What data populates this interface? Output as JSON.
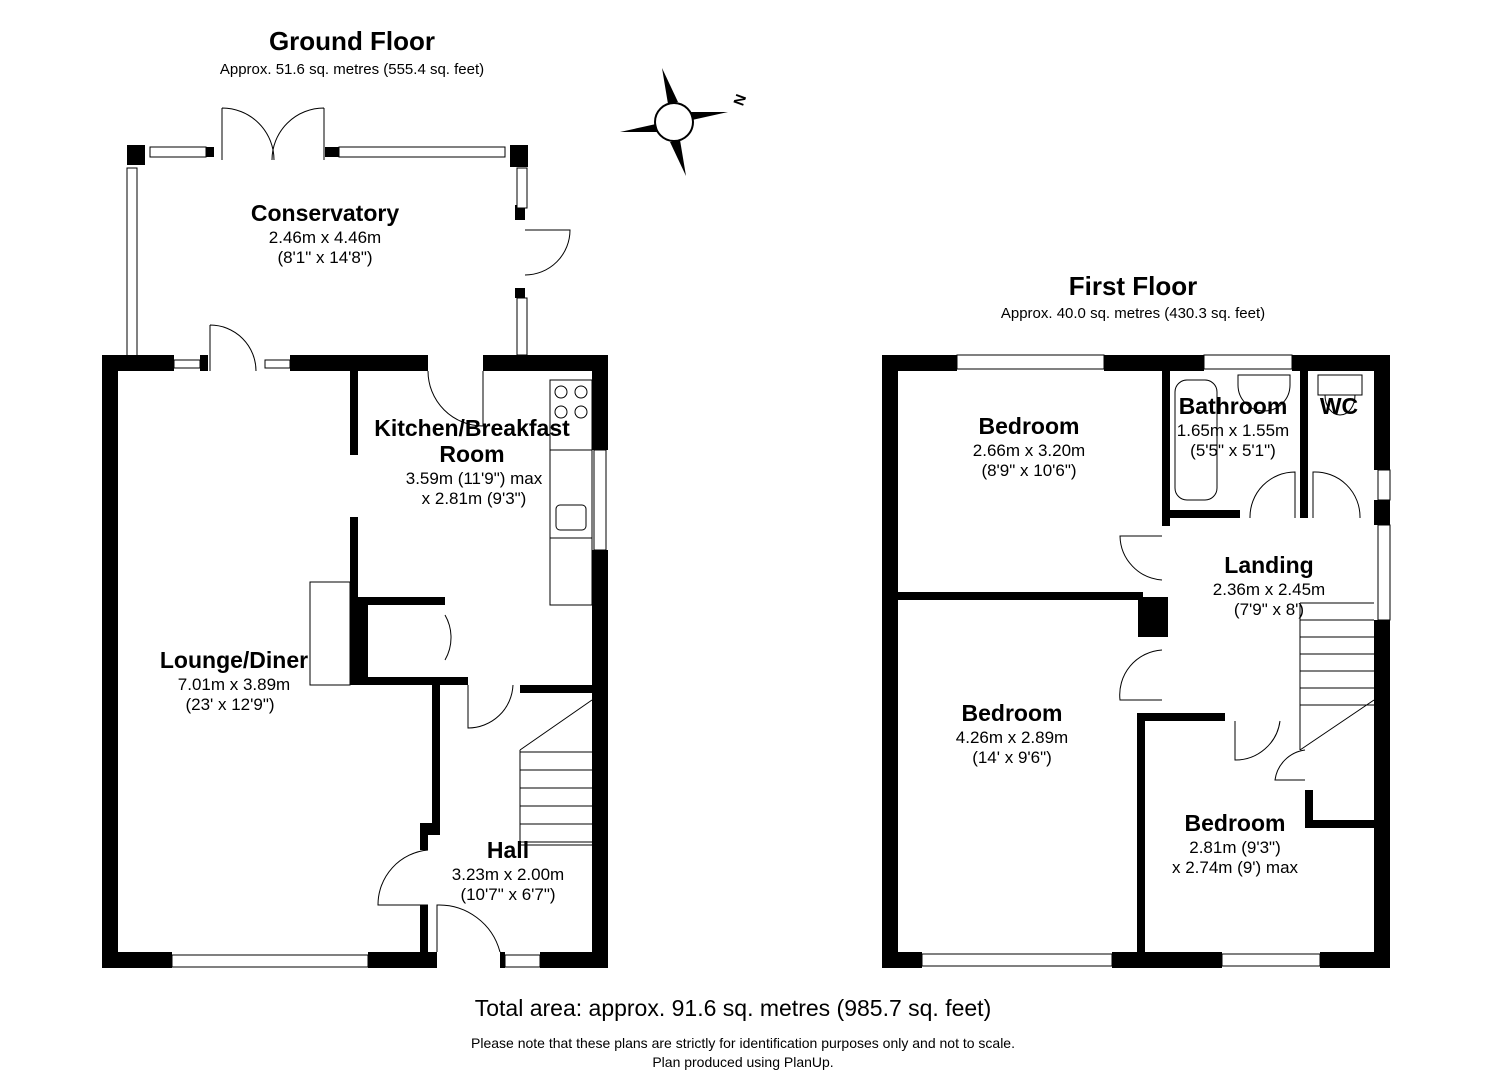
{
  "ground_floor": {
    "title": "Ground Floor",
    "area": "Approx. 51.6 sq. metres (555.4 sq. feet)",
    "rooms": [
      {
        "name": "Conservatory",
        "dim1": "2.46m x 4.46m",
        "dim2": "(8'1\" x 14'8\")"
      },
      {
        "name": "Kitchen/Breakfast",
        "name2": "Room",
        "dim1": "3.59m (11'9\") max",
        "dim2": "x 2.81m (9'3\")"
      },
      {
        "name": "Lounge/Diner",
        "dim1": "7.01m x 3.89m",
        "dim2": "(23' x 12'9\")"
      },
      {
        "name": "Hall",
        "dim1": "3.23m x 2.00m",
        "dim2": "(10'7\" x 6'7\")"
      }
    ]
  },
  "first_floor": {
    "title": "First Floor",
    "area": "Approx. 40.0 sq. metres (430.3 sq. feet)",
    "rooms": [
      {
        "name": "Bedroom",
        "dim1": "2.66m x 3.20m",
        "dim2": "(8'9\" x 10'6\")"
      },
      {
        "name": "Bathroom",
        "dim1": "1.65m x 1.55m",
        "dim2": "(5'5\" x 5'1\")"
      },
      {
        "name": "WC"
      },
      {
        "name": "Landing",
        "dim1": "2.36m x 2.45m",
        "dim2": "(7'9\" x 8')"
      },
      {
        "name": "Bedroom",
        "dim1": "4.26m x 2.89m",
        "dim2": "(14' x 9'6\")"
      },
      {
        "name": "Bedroom",
        "dim1": "2.81m (9'3\")",
        "dim2": "x 2.74m (9') max"
      }
    ]
  },
  "compass": {
    "label": "N"
  },
  "footer": {
    "total": "Total area: approx. 91.6 sq. metres (985.7 sq. feet)",
    "note1": "Please note that these plans are strictly for identification purposes only and not to scale.",
    "note2": "Plan produced using PlanUp."
  }
}
